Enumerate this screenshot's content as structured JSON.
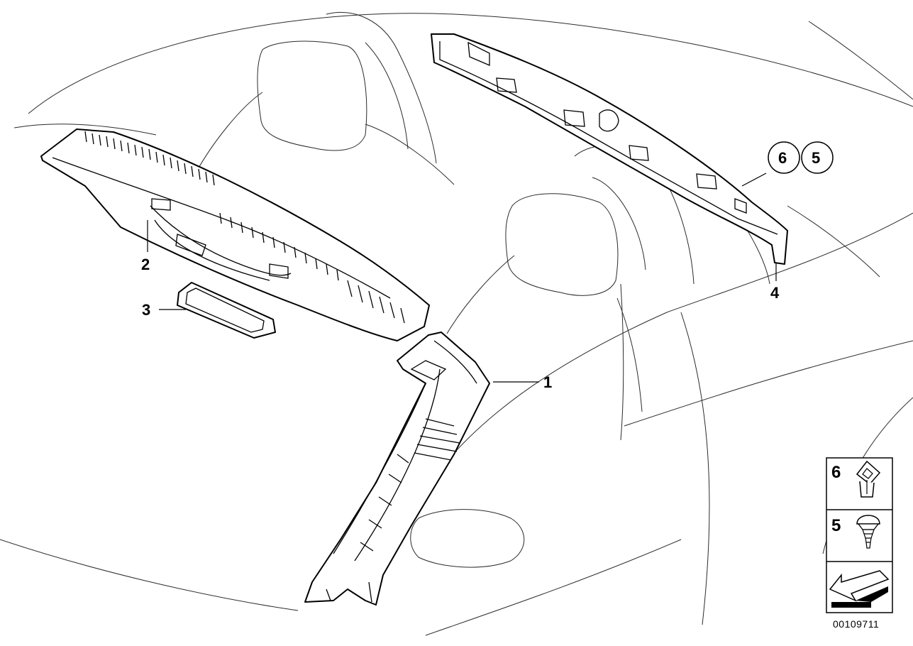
{
  "callouts": {
    "part_1": "1",
    "part_2": "2",
    "part_3": "3",
    "part_4": "4",
    "circle_6": "6",
    "circle_5": "5"
  },
  "legend": {
    "items": [
      {
        "label": "6",
        "icon": "clip-nut-icon"
      },
      {
        "label": "5",
        "icon": "expanding-rivet-icon"
      },
      {
        "label": "",
        "icon": "arrow-icon"
      }
    ]
  },
  "doc_number": "00109711",
  "colors": {
    "line": "#000000",
    "ghost": "#2b2b2b",
    "background": "#ffffff"
  }
}
